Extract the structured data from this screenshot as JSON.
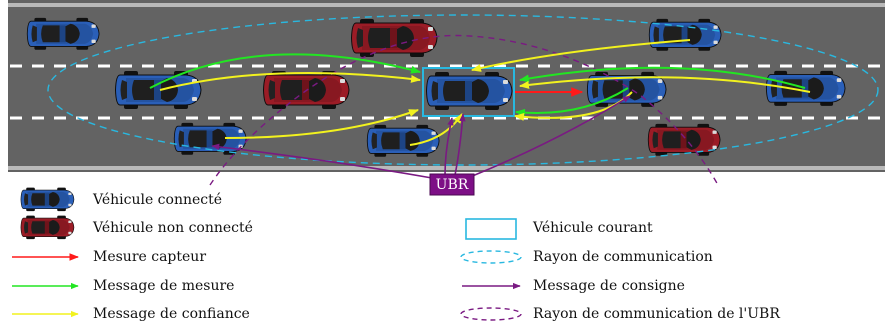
{
  "colors": {
    "road": "#636363",
    "road_edge": "#b9b9b9",
    "lane_mark": "#ffffff",
    "connected_car": "#2a5fb8",
    "unconnected_car": "#9b1c26",
    "sensor_measure": "#ff1a1a",
    "measure_message": "#22e622",
    "trust_message": "#f2f21e",
    "setpoint_message": "#7a1a82",
    "current_vehicle": "#29b8e0",
    "comm_radius": "#29b8e0",
    "ubr_radius": "#7a1a82",
    "ubr_box": "#7d0f86"
  },
  "diagram": {
    "ubr_label": "UBR",
    "icons": {
      "connected_car": "blue-car-icon",
      "unconnected_car": "red-car-icon"
    }
  },
  "legend": {
    "connected": "Véhicule connecté",
    "unconnected": "Véhicule non connecté",
    "sensor": "Mesure capteur",
    "measure_msg": "Message de mesure",
    "trust_msg": "Message de confiance",
    "current": "Véhicule courant",
    "comm_radius": "Rayon de communication",
    "setpoint_msg": "Message de consigne",
    "ubr_radius": "Rayon de communication de l'UBR"
  }
}
